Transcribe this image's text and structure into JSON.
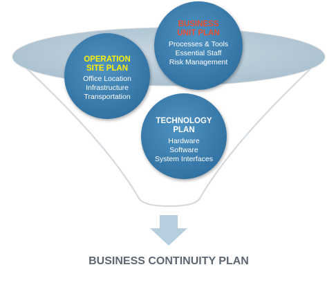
{
  "title": "BUSINESS CONTINUITY PLAN",
  "colors": {
    "funnel_top": "#b9ccd9",
    "funnel_outline": "#d4d9de",
    "circle": "#3e82b3",
    "arrow": "#b6cedd",
    "title": "#5d6670",
    "heading_yellow": "#fff200",
    "heading_red": "#e8502f",
    "heading_white": "#ffffff"
  },
  "plans": {
    "business_unit": {
      "heading_line1": "BUSINESS",
      "heading_line2": "UNIT PLAN",
      "items": [
        "Processes & Tools",
        "Essential Staff",
        "Risk Management"
      ]
    },
    "operation_site": {
      "heading_line1": "OPERATION",
      "heading_line2": "SITE PLAN",
      "items": [
        "Office Location",
        "Infrastructure",
        "Transportation"
      ]
    },
    "technology": {
      "heading_line1": "TECHNOLOGY",
      "heading_line2": "PLAN",
      "items": [
        "Hardware",
        "Software",
        "System Interfaces"
      ]
    }
  }
}
